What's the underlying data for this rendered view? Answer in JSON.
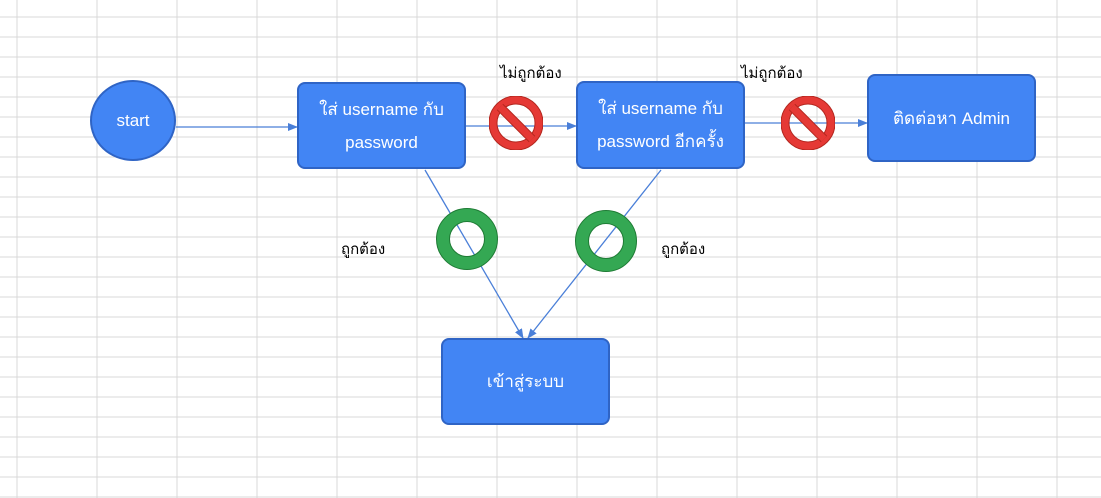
{
  "diagram": {
    "start": "start",
    "step1_line1": "ใส่ username กับ",
    "step1_line2": "password",
    "step2_line1": "ใส่ username กับ",
    "step2_line2": "password อีกครั้ง",
    "contact_admin": "ติดต่อหา Admin",
    "enter_system": "เข้าสู่ระบบ",
    "label_incorrect_1": "ไม่ถูกต้อง",
    "label_incorrect_2": "ไม่ถูกต้อง",
    "label_correct_1": "ถูกต้อง",
    "label_correct_2": "ถูกต้อง"
  },
  "icons": {
    "incorrect": "no-entry-icon",
    "correct": "check-circle-icon"
  },
  "colors": {
    "node_fill": "#4285f4",
    "node_border": "#2f64c5",
    "arrow": "#4a7fd8",
    "no_entry_red": "#e53935",
    "ok_green": "#34a853",
    "grid": "#d9d9d9"
  }
}
